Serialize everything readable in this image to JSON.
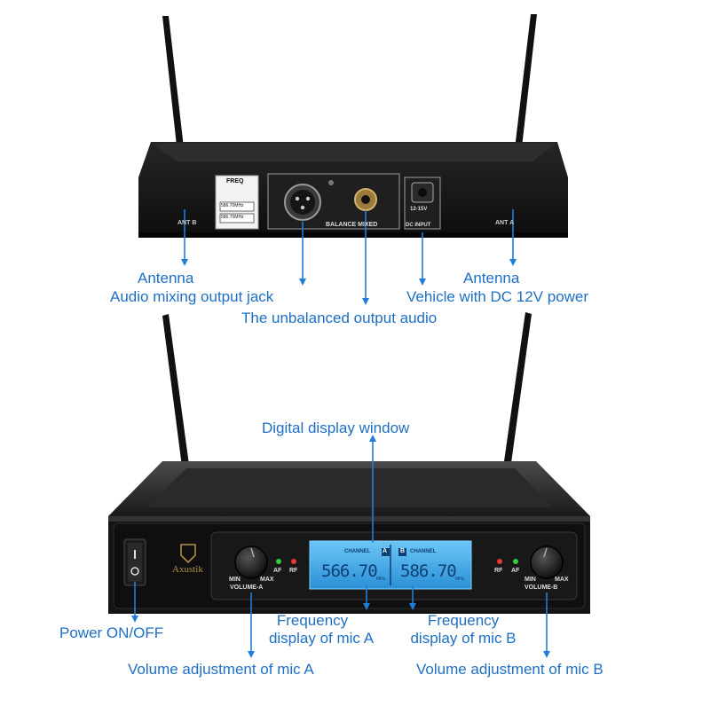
{
  "rear_panel": {
    "freq_label": "FREQ",
    "freq_values": [
      "586.70MHz",
      "586.70MHz"
    ],
    "balance_mixed": "BALANCE MIXED",
    "dc_voltage": "12-15V",
    "dc_input": "DC INPUT",
    "ant_b": "ANT B",
    "ant_a": "ANT A"
  },
  "front_panel": {
    "brand": "Axustik",
    "channel_a_label": "CHANNEL",
    "channel_a_letter": "A",
    "channel_b_label": "CHANNEL",
    "channel_b_letter": "B",
    "freq_a": "566.70",
    "freq_b": "586.70",
    "mhz": "MHz",
    "volume_a": "VOLUME-A",
    "volume_b": "VOLUME-B",
    "min": "MIN",
    "max": "MAX",
    "af": "AF",
    "rf": "RF"
  },
  "callouts": {
    "antenna_left": "Antenna",
    "audio_mixing": "Audio mixing output jack",
    "unbalanced": "The unbalanced output audio",
    "antenna_right": "Antenna",
    "vehicle_dc": "Vehicle with DC 12V power",
    "digital_display": "Digital display window",
    "power": "Power ON/OFF",
    "freq_a_line1": "Frequency",
    "freq_a_line2": "display of mic A",
    "freq_b_line1": "Frequency",
    "freq_b_line2": "display of mic B",
    "volume_a": "Volume adjustment of mic A",
    "volume_b": "Volume adjustment of mic B"
  },
  "colors": {
    "callout_text": "#1e6fc4",
    "callout_line": "#1f7fd8",
    "chassis": "#1b1b1b",
    "lcd": "#3aa9ec"
  }
}
